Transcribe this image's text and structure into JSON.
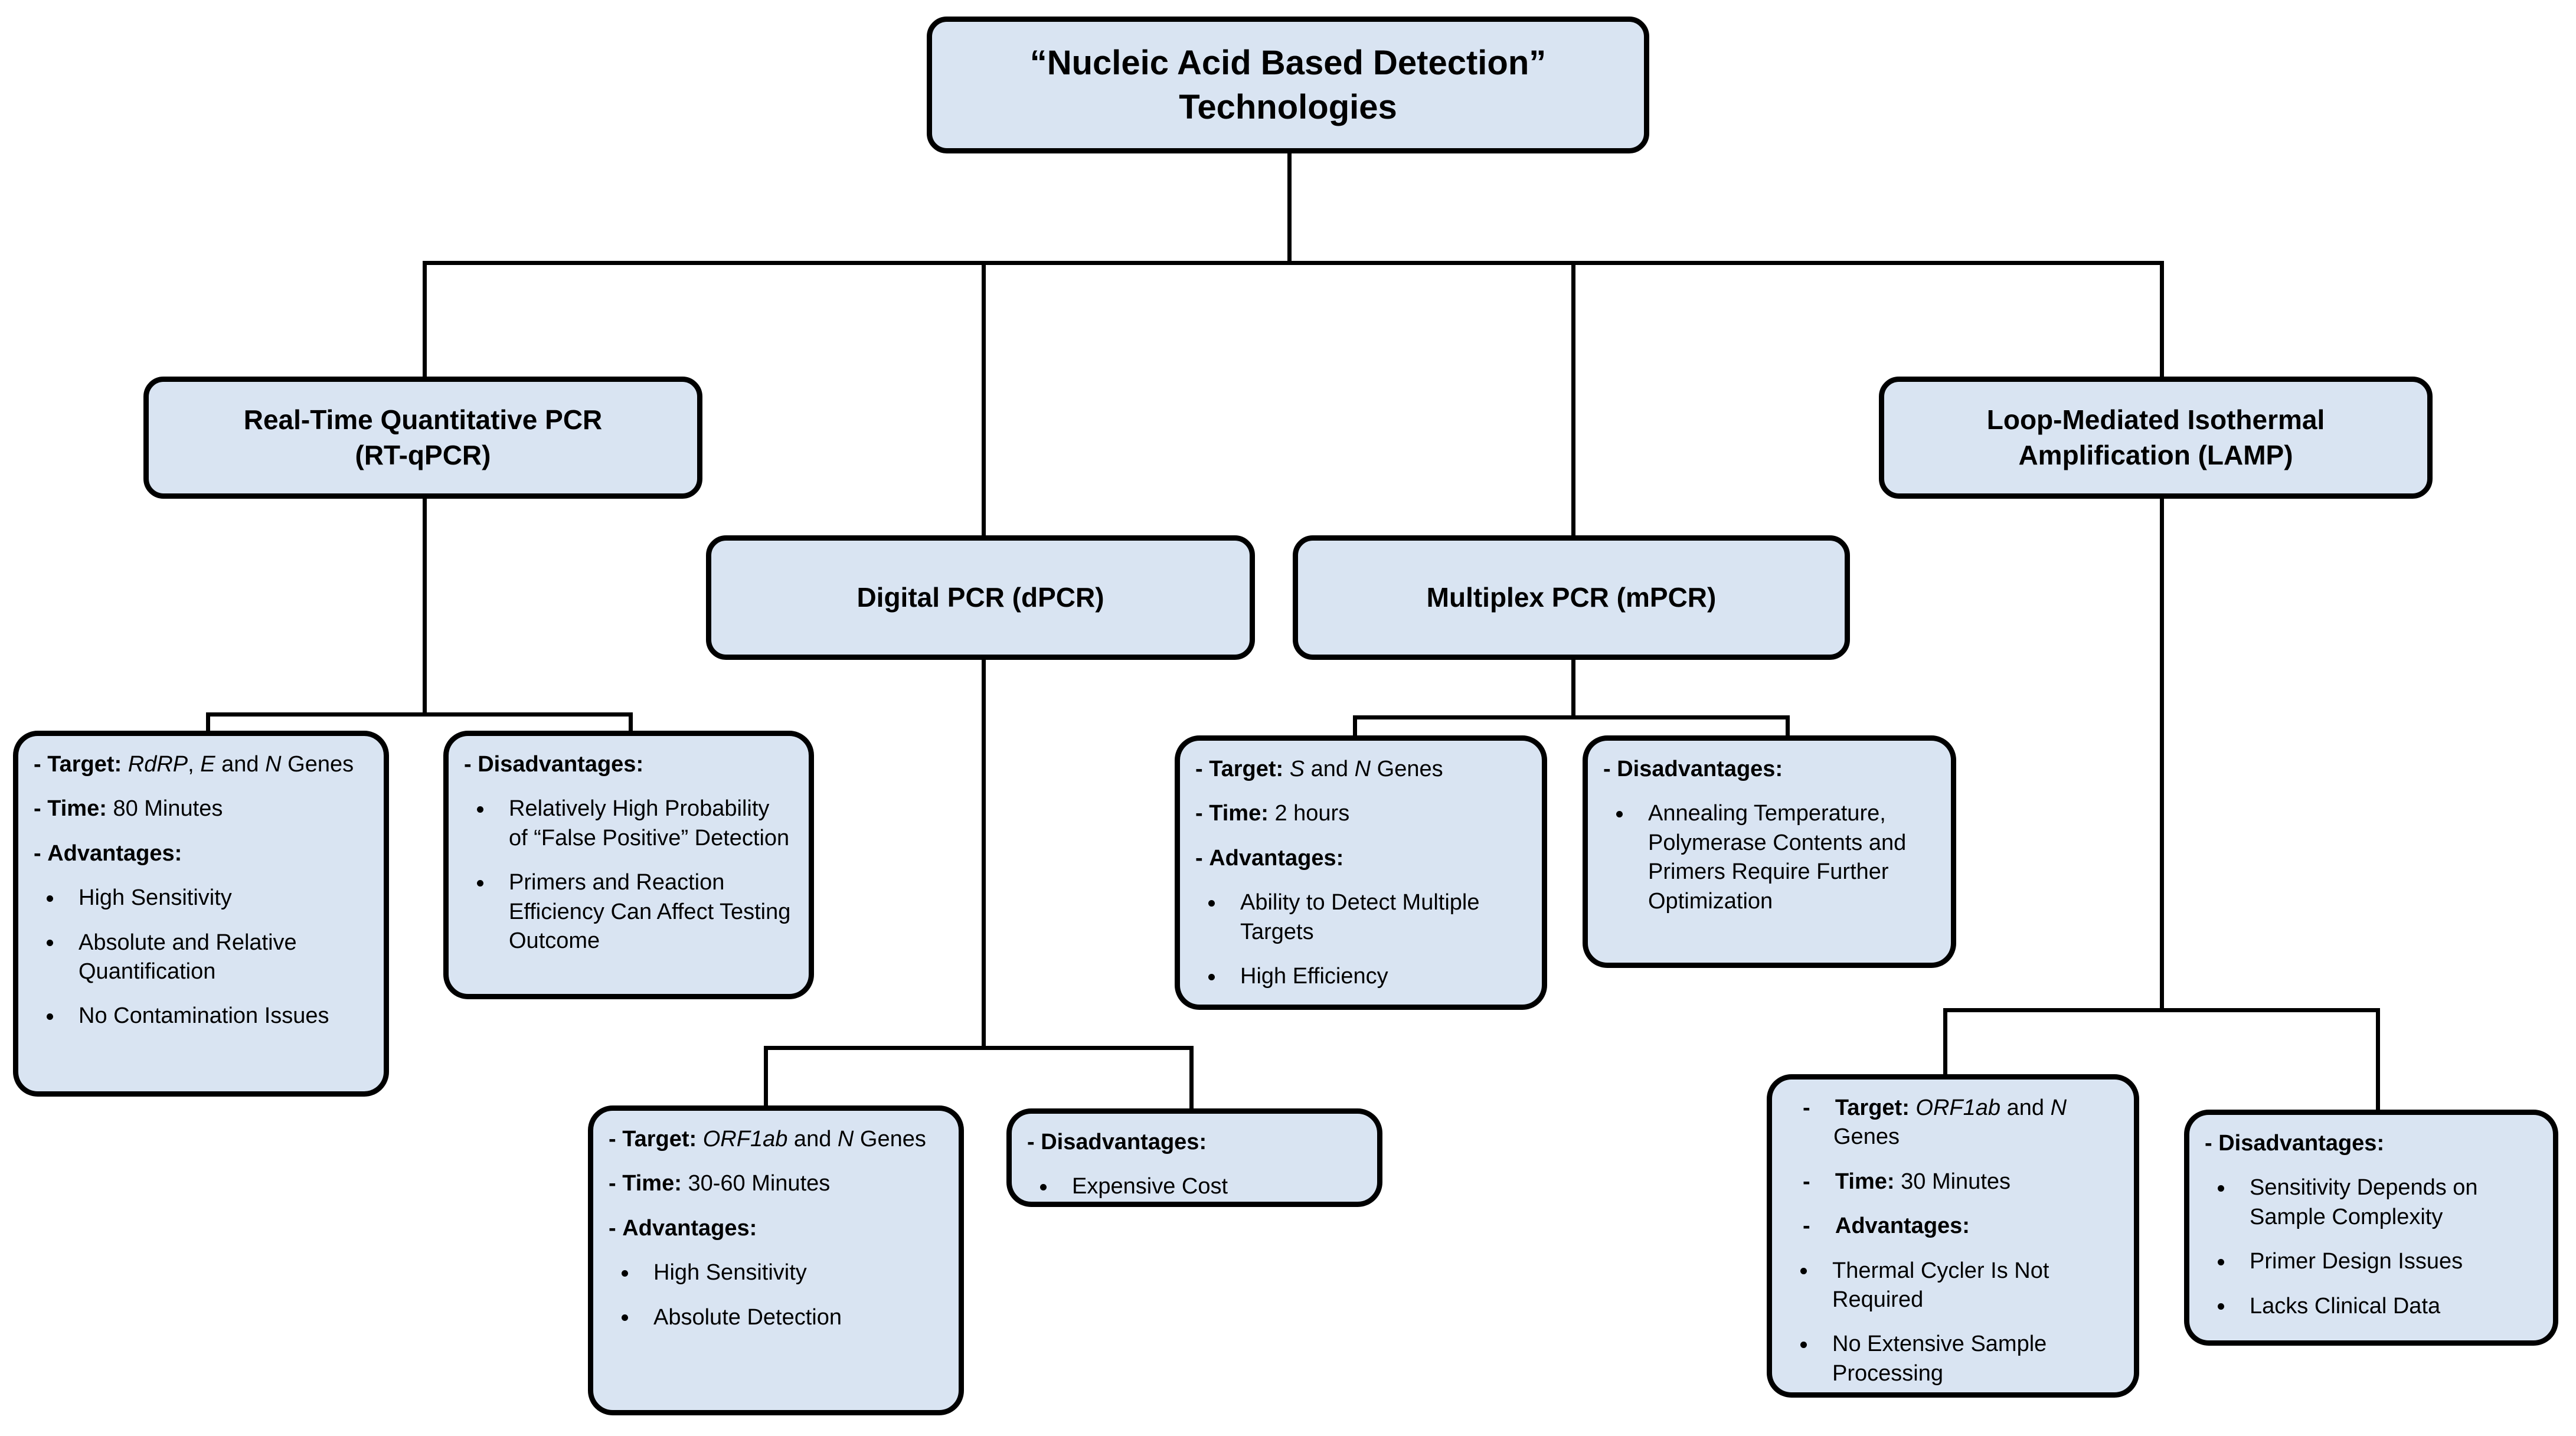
{
  "diagram": {
    "type": "flowchart",
    "root": {
      "label_line1": "“Nucleic Acid Based Detection”",
      "label_line2": "Technologies"
    },
    "methods": [
      {
        "id": "rtqpcr",
        "label_line1": "Real-Time Quantitative PCR",
        "label_line2": "(RT-qPCR)"
      },
      {
        "id": "dpcr",
        "label_line1": "Digital PCR (dPCR)",
        "label_line2": ""
      },
      {
        "id": "mpcr",
        "label_line1": "Multiplex PCR (mPCR)",
        "label_line2": ""
      },
      {
        "id": "lamp",
        "label_line1": "Loop-Mediated Isothermal",
        "label_line2": "Amplification (LAMP)"
      }
    ],
    "details": {
      "rtqpcr_pros": {
        "target_label": "Target:",
        "target_genes_italic_1": "RdRP",
        "target_genes_sep": ", ",
        "target_genes_italic_2": "E",
        "target_genes_mid": " and ",
        "target_genes_italic_3": "N",
        "target_genes_tail": " Genes",
        "time_label": "Time:",
        "time_value": "80 Minutes",
        "advantages_label": "Advantages:",
        "bullets": [
          "High Sensitivity",
          "Absolute and Relative Quantification",
          "No Contamination Issues"
        ]
      },
      "rtqpcr_cons": {
        "disadvantages_label": "Disadvantages:",
        "bullets": [
          "Relatively High Probability of “False Positive” Detection",
          "Primers and Reaction Efficiency Can Affect Testing Outcome"
        ]
      },
      "dpcr_pros": {
        "target_label": "Target:",
        "target_genes_italic_1": "ORF1ab",
        "target_genes_mid": " and ",
        "target_genes_italic_2": "N",
        "target_genes_tail": " Genes",
        "time_label": "Time:",
        "time_value": "30-60 Minutes",
        "advantages_label": "Advantages:",
        "bullets": [
          "High Sensitivity",
          "Absolute Detection"
        ]
      },
      "dpcr_cons": {
        "disadvantages_label": "Disadvantages:",
        "bullets": [
          "Expensive Cost"
        ]
      },
      "mpcr_pros": {
        "target_label": "Target:",
        "target_genes_italic_1": "S",
        "target_genes_mid": " and ",
        "target_genes_italic_2": "N",
        "target_genes_tail": " Genes",
        "time_label": "Time:",
        "time_value": "2 hours",
        "advantages_label": "Advantages:",
        "bullets": [
          "Ability to Detect Multiple Targets",
          "High Efficiency"
        ]
      },
      "mpcr_cons": {
        "disadvantages_label": "Disadvantages:",
        "bullets": [
          "Annealing Temperature, Polymerase Contents and Primers Require Further Optimization"
        ]
      },
      "lamp_pros": {
        "target_label": "Target:",
        "target_genes_italic_1": "ORF1ab",
        "target_genes_mid": " and ",
        "target_genes_italic_2": "N",
        "target_genes_tail": " Genes",
        "time_label": "Time:",
        "time_value": "30 Minutes",
        "advantages_label": "Advantages:",
        "bullets": [
          "Thermal Cycler Is Not Required",
          "No Extensive Sample Processing"
        ]
      },
      "lamp_cons": {
        "disadvantages_label": "Disadvantages:",
        "bullets": [
          "Sensitivity Depends on Sample Complexity",
          "Primer Design Issues",
          "Lacks Clinical Data"
        ]
      }
    },
    "colors": {
      "node_fill": "#d9e4f2",
      "node_border": "#000000",
      "connector": "#000000",
      "background": "#ffffff",
      "text": "#000000"
    }
  }
}
